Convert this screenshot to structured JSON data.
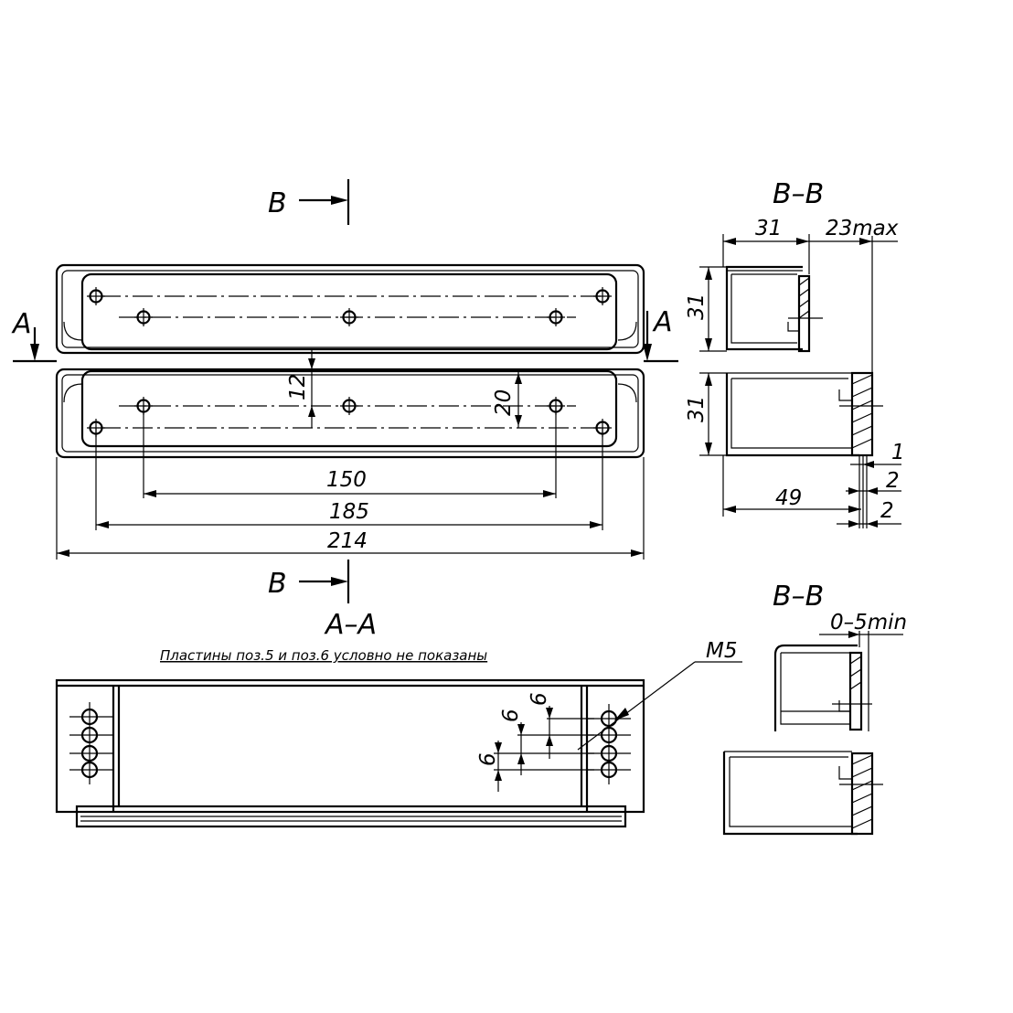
{
  "section_labels": {
    "section_b_top": "B",
    "section_b_bottom": "B",
    "section_a_left": "A",
    "section_a_right": "A",
    "view_aa_title": "A–A",
    "view_bb_title": "B–B",
    "view_bb2_title": "B–B"
  },
  "dimensions": {
    "d150": "150",
    "d185": "185",
    "d214": "214",
    "d12": "12",
    "d20": "20",
    "bb_width_31": "31",
    "bb_23max": "23max",
    "bb_height_31_top": "31",
    "bb_height_31_bottom": "31",
    "bb_49": "49",
    "bb_1": "1",
    "bb_2a": "2",
    "bb_2b": "2",
    "aa_6a": "6",
    "aa_6b": "6",
    "aa_6c": "6",
    "thread_m5": "M5",
    "gap_0_5": "0–5min"
  },
  "notes": {
    "plates_note": "Пластины поз.5 и поз.6 условно не показаны"
  }
}
